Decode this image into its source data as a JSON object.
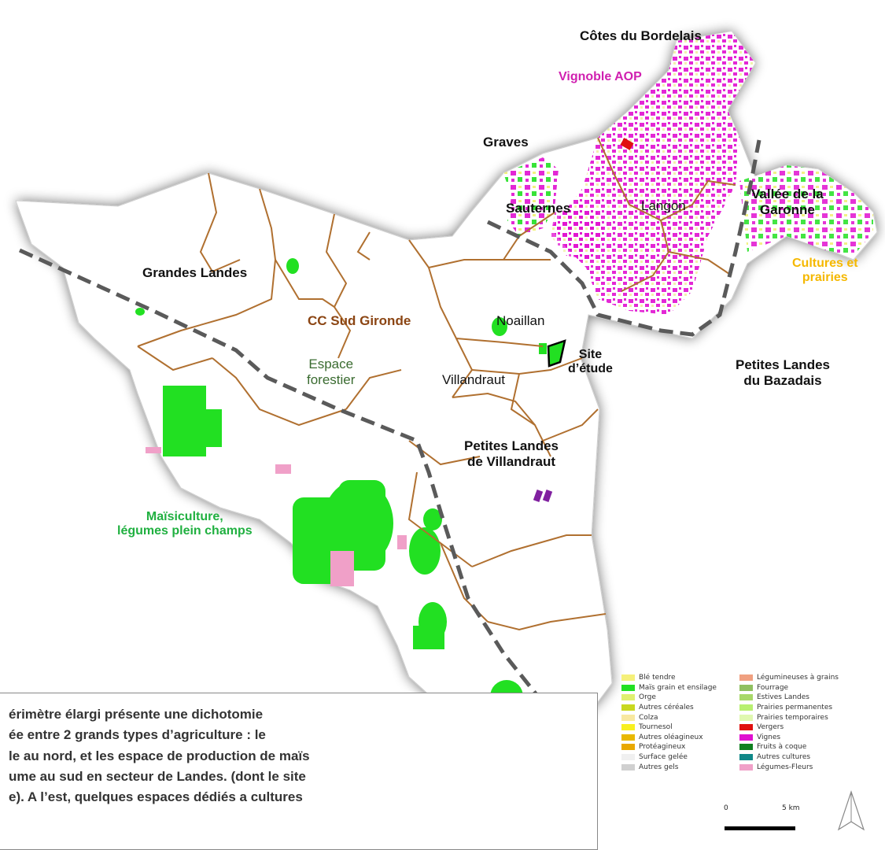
{
  "labels": {
    "cotes_bordelais": "Côtes du Bordelais",
    "vignoble_aop": "Vignoble AOP",
    "graves": "Graves",
    "sauternes": "Sauternes",
    "langon": "Langon",
    "vallee_garonne_1": "Vallée de la",
    "vallee_garonne_2": "Garonne",
    "cultures_prairies_1": "Cultures et",
    "cultures_prairies_2": "prairies",
    "grandes_landes": "Grandes Landes",
    "cc_sud_gironde": "CC Sud Gironde",
    "noaillan": "Noaillan",
    "site_1": "Site",
    "site_2": "d’étude",
    "espace_forestier_1": "Espace",
    "espace_forestier_2": "forestier",
    "villandraut": "Villandraut",
    "petites_landes_bazadais_1": "Petites Landes",
    "petites_landes_bazadais_2": "du Bazadais",
    "petites_landes_villandraut_1": "Petites Landes",
    "petites_landes_villandraut_2": "de Villandraut",
    "maisiculture_1": "Maïsiculture,",
    "maisiculture_2": "légumes plein champs"
  },
  "caption": {
    "line1": "érimètre  élargi  présente  une  dichotomie",
    "line2": "ée  entre  2  grands  types  d’agriculture  :  le",
    "line3": "le au nord, et les espace de production de maïs",
    "line4": "ume au sud en secteur de Landes. (dont le site",
    "line5": "e).  A l’est, quelques espaces dédiés a cultures"
  },
  "legend": {
    "col1": [
      {
        "label": "Blé tendre",
        "color": "#f5f07a"
      },
      {
        "label": "Maïs grain et ensilage",
        "color": "#22e022"
      },
      {
        "label": "Orge",
        "color": "#e0f070"
      },
      {
        "label": "Autres céréales",
        "color": "#c8d820"
      },
      {
        "label": "Colza",
        "color": "#f8e8a0"
      },
      {
        "label": "Tournesol",
        "color": "#f8f020"
      },
      {
        "label": "Autres oléagineux",
        "color": "#e8b800"
      },
      {
        "label": "Protéagineux",
        "color": "#e8a800"
      },
      {
        "label": "Surface gelée",
        "color": "#f0f0f0"
      },
      {
        "label": "Autres gels",
        "color": "#d0d0d0"
      }
    ],
    "col2": [
      {
        "label": "Légumineuses à grains",
        "color": "#f0a080"
      },
      {
        "label": "Fourrage",
        "color": "#90c060"
      },
      {
        "label": "Estives Landes",
        "color": "#a8d868"
      },
      {
        "label": "Prairies permanentes",
        "color": "#b8f070"
      },
      {
        "label": "Prairies temporaires",
        "color": "#e0f8b0"
      },
      {
        "label": "Vergers",
        "color": "#e01010"
      },
      {
        "label": "Vignes",
        "color": "#e010d0"
      },
      {
        "label": "Fruits à coque",
        "color": "#108020"
      },
      {
        "label": "Autres cultures",
        "color": "#108888"
      },
      {
        "label": "Légumes-Fleurs",
        "color": "#f0a0c8"
      }
    ]
  },
  "scale": {
    "zero": "0",
    "five": "5 km"
  },
  "colors": {
    "boundary": "#b07030",
    "divider": "#5a5a5a",
    "vine": "#e010d0",
    "maize": "#22e022",
    "cc_label": "#8b4513",
    "aop_label": "#d020b0",
    "cultures_label": "#f5b800",
    "forest_label": "#3a6b30",
    "maize_label": "#20b040"
  }
}
